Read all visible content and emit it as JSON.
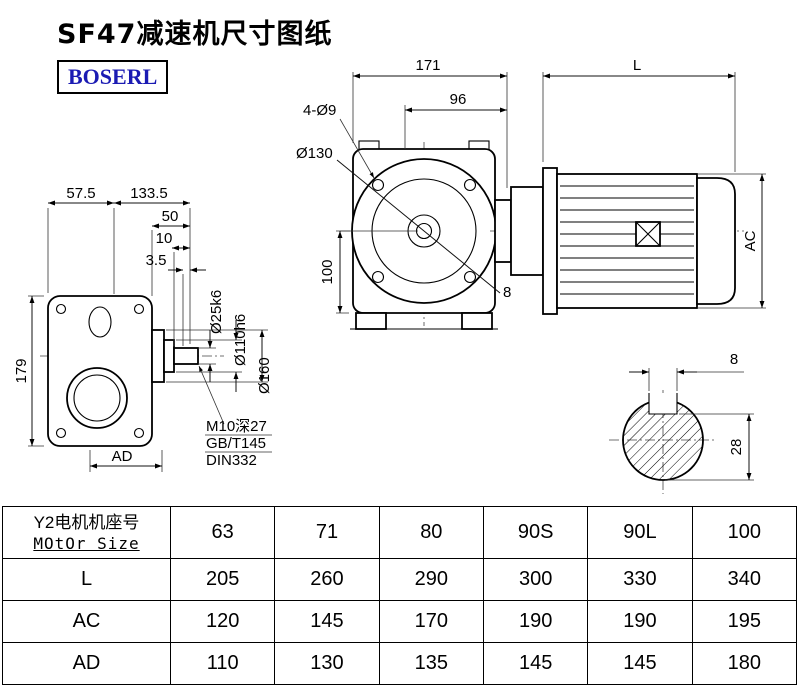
{
  "title": "SF47减速机尺寸图纸",
  "brand": "BOSERL",
  "dims": {
    "w171": "171",
    "w96": "96",
    "holes": "4-Ø9",
    "d130": "Ø130",
    "h100": "100",
    "key8_front": "8",
    "L": "L",
    "AC": "AC",
    "t57": "57.5",
    "t133": "133.5",
    "t50": "50",
    "t10": "10",
    "t35": "3.5",
    "h179": "179",
    "AD": "AD",
    "shaft_dia": "Ø25k6",
    "spigot_dia": "Ø110h6",
    "flange_dia": "Ø160",
    "note1": "M10深27",
    "note2": "GB/T145",
    "note3": "DIN332",
    "key_w": "8",
    "key_h": "28"
  },
  "table": {
    "col0_line1": "Y2电机机座号",
    "col0_line2": "MOtOr Size",
    "sizes": [
      "63",
      "71",
      "80",
      "90S",
      "90L",
      "100"
    ],
    "rows": [
      {
        "label": "L",
        "values": [
          "205",
          "260",
          "290",
          "300",
          "330",
          "340"
        ]
      },
      {
        "label": "AC",
        "values": [
          "120",
          "145",
          "170",
          "190",
          "190",
          "195"
        ]
      },
      {
        "label": "AD",
        "values": [
          "110",
          "130",
          "135",
          "145",
          "145",
          "180"
        ]
      }
    ]
  }
}
